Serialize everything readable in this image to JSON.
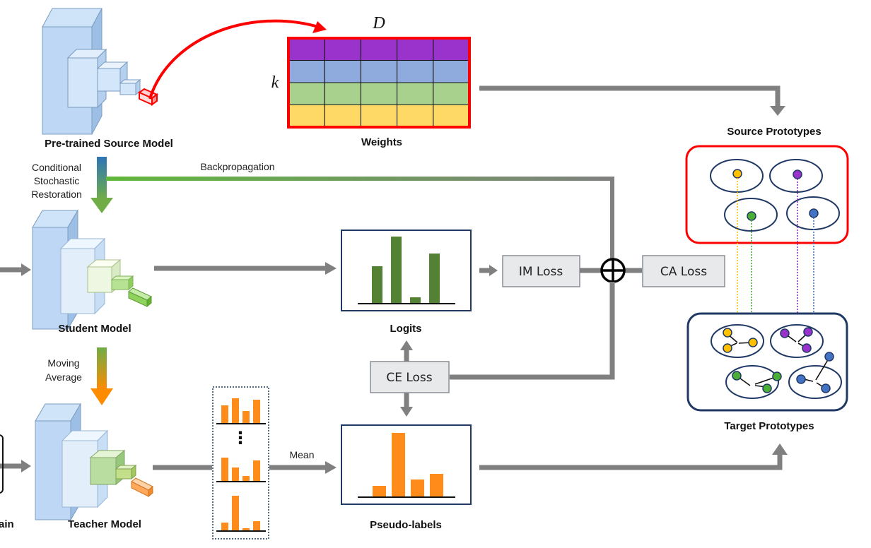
{
  "models": {
    "source": "Pre-trained Source Model",
    "student": "Student Model",
    "teacher": "Teacher Model",
    "left_cut_label": "ain"
  },
  "weights": {
    "label": "Weights",
    "dim_cols": "D",
    "dim_rows": "k",
    "row_colors": [
      "#9933cc",
      "#8faadc",
      "#a9d18e",
      "#ffd966"
    ]
  },
  "arrows": {
    "restoration": [
      "Conditional",
      "Stochastic",
      "Restoration"
    ],
    "backprop": "Backpropagation",
    "moving_average": [
      "Moving",
      "Average"
    ],
    "mean": "Mean"
  },
  "panels": {
    "logits": "Logits",
    "pseudo_labels": "Pseudo-labels",
    "vertical_ellipsis": "⋮"
  },
  "losses": {
    "im": "IM Loss",
    "ca": "CA Loss",
    "ce": "CE Loss"
  },
  "prototypes": {
    "source": "Source Prototypes",
    "target": "Target Prototypes",
    "cluster_colors": [
      "#ffc000",
      "#9933cc",
      "#4caf35",
      "#4472c4"
    ]
  },
  "colors": {
    "arrow_gray": "#808080",
    "red_accent": "#ff0000",
    "navy_outline": "#1f3864",
    "logit_bars": "#548235",
    "pseudo_bars": "#ff8c1a"
  }
}
